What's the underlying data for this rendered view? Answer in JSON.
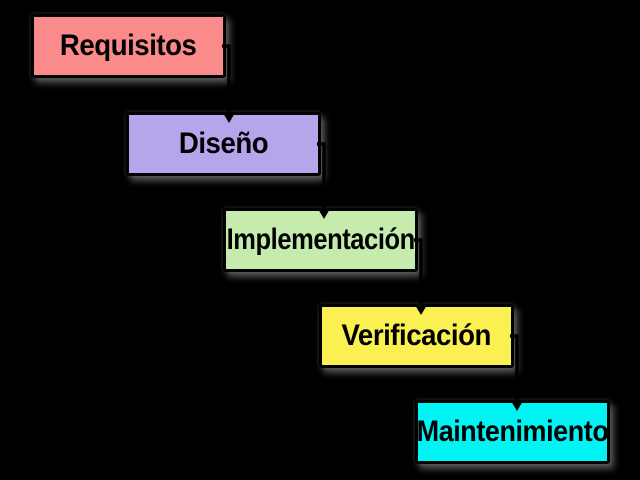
{
  "diagram": {
    "type": "waterfall-model",
    "background_color": "#000000",
    "connector_color": "#000000",
    "text_color": "#000000",
    "stages": [
      {
        "label": "Requisitos",
        "color": "#FB8A8A"
      },
      {
        "label": "Diseño",
        "color": "#B5A5EA"
      },
      {
        "label": "Implementación",
        "color": "#C6ECAD"
      },
      {
        "label": "Verificación",
        "color": "#FAF052"
      },
      {
        "label": "Maintenimiento",
        "color": "#00F4F4"
      }
    ]
  }
}
